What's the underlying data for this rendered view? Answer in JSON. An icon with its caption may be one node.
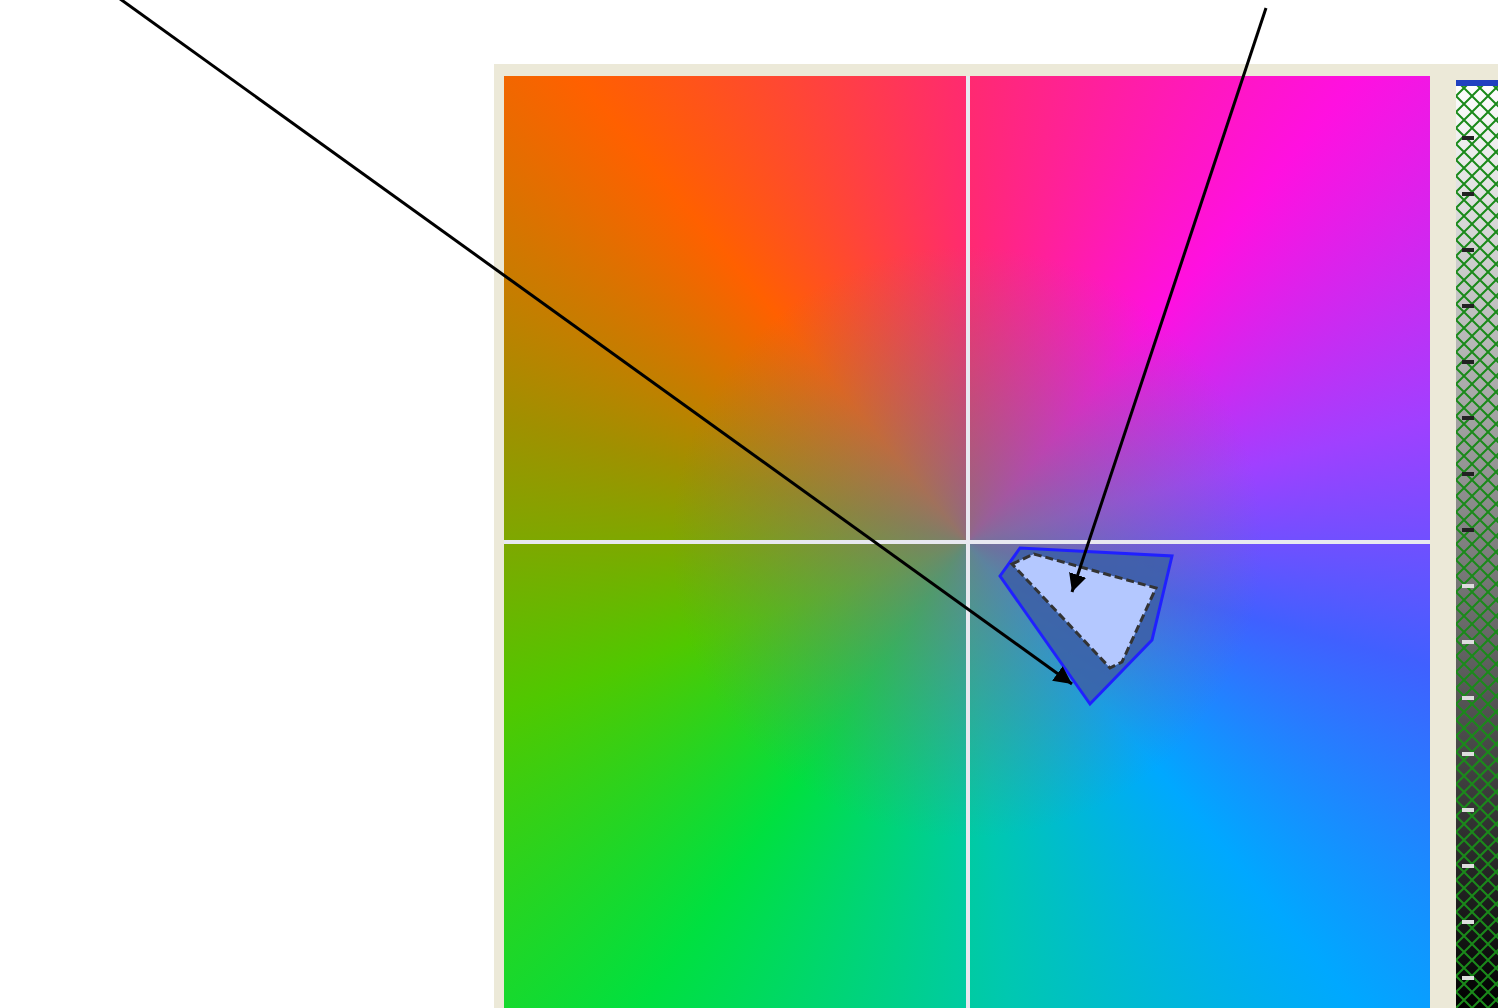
{
  "diagram": {
    "nodes": [
      {
        "text": [],
        "shape": "picture"
      },
      {
        "text": [],
        "shape": "picture",
        "in": 0
      }
    ],
    "edges": [
      {
        "from": null,
        "to": 0,
        "arrow": "to"
      },
      {
        "from": null,
        "to": 1,
        "arrow": "to"
      }
    ]
  }
}
